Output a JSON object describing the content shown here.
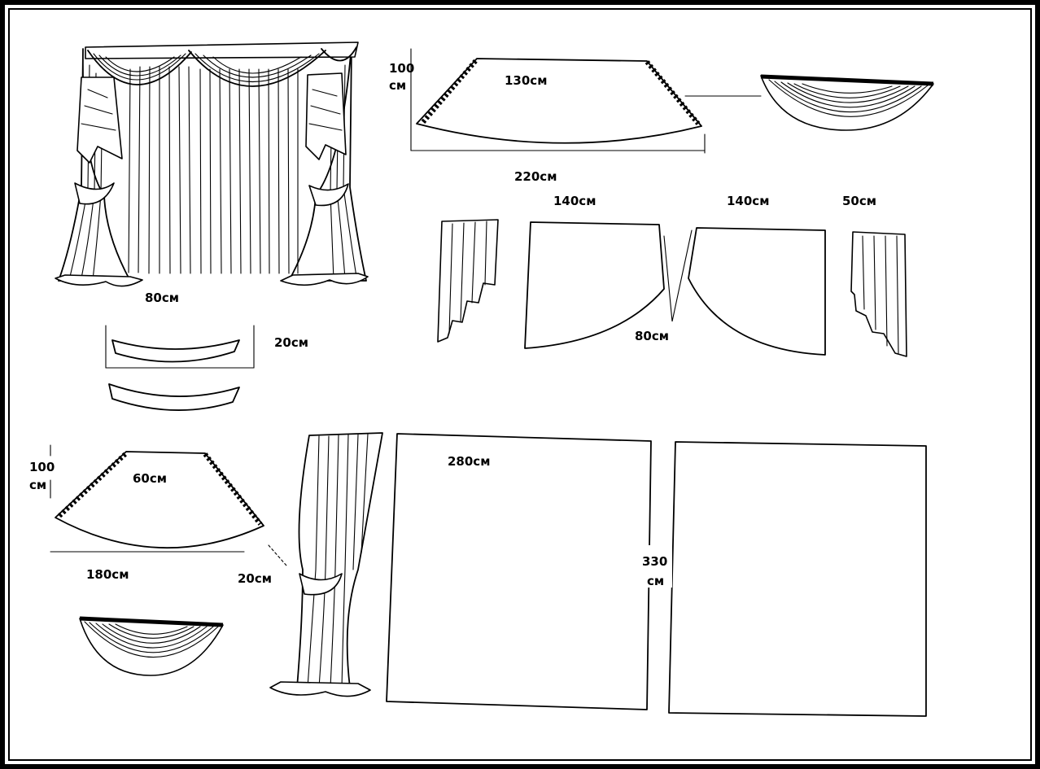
{
  "diagram": {
    "border_color": "#000000",
    "background": "#ffffff",
    "labels": {
      "swag_top_height_num": "100",
      "swag_top_height_unit": "см",
      "swag_top_width_top": "130см",
      "swag_top_width_bottom": "220см",
      "side_left_width": "140см",
      "side_right_width": "140см",
      "jabot_width": "50см",
      "side_drop": "80см",
      "hero_width": "80см",
      "tie_band_height": "20см",
      "swag_bottom_height_num": "100",
      "swag_bottom_height_unit": "см",
      "swag_bottom_width_top": "60см",
      "swag_bottom_width_bottom": "180см",
      "swag_bottom_trim": "20см",
      "panel_width": "280см",
      "panel_height_num": "330",
      "panel_height_unit": "см"
    }
  }
}
